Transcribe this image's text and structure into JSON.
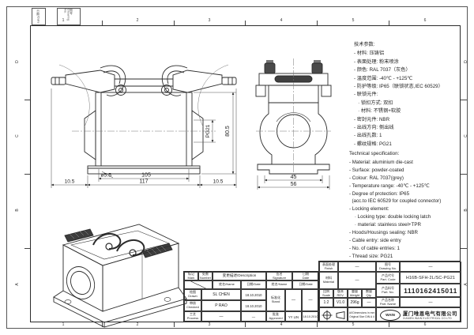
{
  "frame": {
    "top_zones": [
      "1",
      "2",
      "3",
      "4",
      "5",
      "6"
    ],
    "bottom_zones": [
      "1",
      "2",
      "3",
      "4",
      "5",
      "6"
    ],
    "side_zones": [
      "D",
      "C",
      "B",
      "A"
    ],
    "corner_cell_1": "日期/Date",
    "corner_cell_2": "图号 Drawing No."
  },
  "front_view": {
    "dims": {
      "hole": "ø5.5",
      "inner_width": "105",
      "outer_width": "117",
      "left_offset": "10.5",
      "right_offset": "10.5",
      "height": "80.5",
      "thread": "PG21"
    }
  },
  "side_view": {
    "dims": {
      "inner_width": "45",
      "outer_width": "56"
    }
  },
  "specs_cn": {
    "title": "技术参数:",
    "lines": [
      "- 材料: 压铸铝",
      "- 表面处理: 粉末喷涂",
      "- 颜色: RAL 7037（灰色）",
      "- 温度范围: -40℃ - +125℃",
      "- 防护等级: IP65（联锁状态,IEC 60529）",
      "- 联锁元件:",
      "   · 锁扣方式: 双扣",
      "   · 材料: 不锈钢+软胶",
      "- 密封元件: NBR",
      "- 出线方向: 侧出线",
      "- 出线孔数: 1",
      "- 螺纹规格: PG21"
    ]
  },
  "specs_en": {
    "title": "Technical specification:",
    "lines": [
      "- Material: aluminium die-cast",
      "- Surface: powder-coated",
      "- Colour: RAL 7037(grey)",
      "- Temperature range: -40℃ - +125℃",
      "- Degree of protection: IP65",
      "  (acc.to IEC 60529 for coupled connector)",
      "- Locking element:",
      "    · Locking type: double locking latch",
      "    · material: stainless steel+TPR",
      "- Hoods/Housings sealing: NBR",
      "- Cable entry: side entry",
      "- No. of cable entries: 1",
      "- Thread size: PG21"
    ]
  },
  "title_block": {
    "rev_header": {
      "mark": "标记\nMark",
      "number": "处数\nNumber",
      "description": "变更描述/Description",
      "signature": "签名\nSignature",
      "date": "日期\nDate",
      "name_sub1": "姓名/Name",
      "date_sub1": "日期/Date",
      "name_sub2": "姓名/Name",
      "date_sub2": "日期/Date"
    },
    "staff": {
      "drawn_label": "绘图\nDrawn",
      "drawn_name": "SL CHEN",
      "drawn_date": "18.10.2010",
      "checked_label": "审核\nChecked",
      "checked_name": "P RAO",
      "checked_date": "18.10.2010",
      "process_label": "工艺\nProcess",
      "process_name": "—",
      "process_date": "—",
      "stand_label": "标准化\nStand",
      "stand_name": "—",
      "stand_date": "—",
      "approved_label": "批准\nApproved",
      "approved_name": "YY LIN",
      "approved_date": "18.10.2010"
    },
    "finish_label": "表面处理\nFinish",
    "finish_value": "—",
    "material_label": "材料\nMaterial",
    "material_value": "—",
    "scale_label": "比例\nScale",
    "scale_value": "1:2",
    "rev_label": "版本\nREV.",
    "rev_value": "V1.0",
    "weight_label": "重量\nWeight",
    "weight_value": "296g",
    "qty_label": "数量\nQty.",
    "qty_value": "—",
    "note": "All Dimensions in mm\nOriginal Size DIN A 4",
    "drawing_no_label": "图号\nDrawing No.",
    "drawing_no_value": "—",
    "part_code_label": "产品代号\nPart. Code",
    "part_code_value": "H16B-SFH-2L/SC-PG21",
    "part_no_label": "产品料号\nPart. No.",
    "part_no_value": "1110162415011",
    "part_name_label": "产品名称\nPart. Name",
    "part_name_value": "—",
    "company": {
      "logo": "WAIN",
      "name_cn": "厦门唯恩电气有限公司",
      "name_en": "XIAMEN WAIN ELECTRICAL CO.LTD"
    }
  }
}
